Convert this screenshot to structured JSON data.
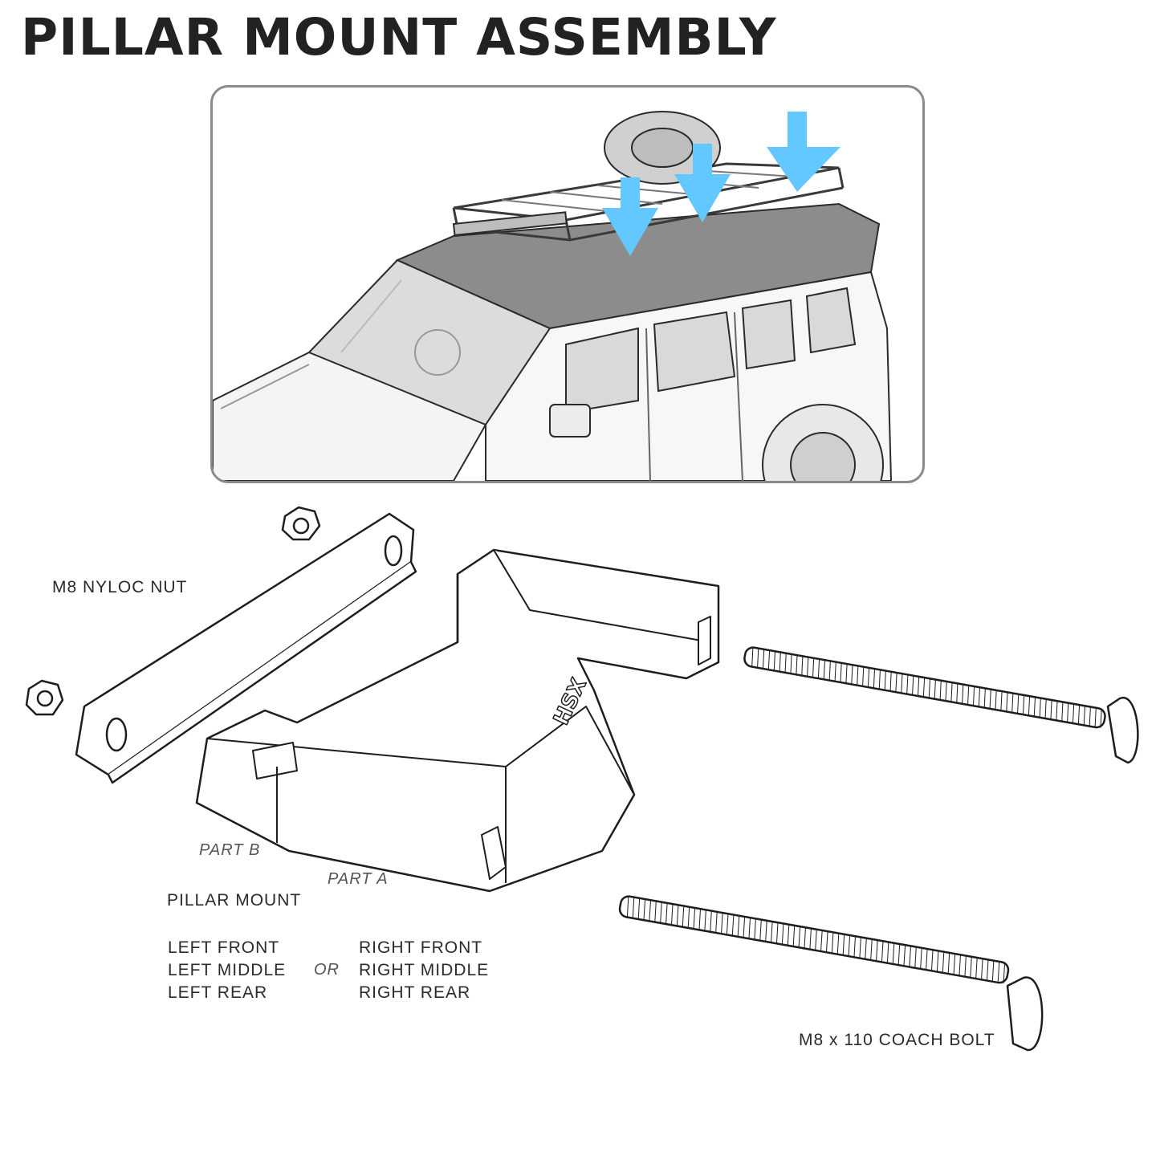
{
  "title": "PILLAR MOUNT ASSEMBLY",
  "colors": {
    "arrow": "#63c8ff",
    "roof": "#8c8c8c",
    "glass": "#d9d9d9",
    "outline": "#1e1e1e"
  },
  "labels": {
    "nut": "M8 NYLOC NUT",
    "part_b": "PART B",
    "part_a": "PART A",
    "pillar_mount": "PILLAR MOUNT",
    "left_options": [
      "LEFT FRONT",
      "LEFT MIDDLE",
      "LEFT REAR"
    ],
    "or": "OR",
    "right_options": [
      "RIGHT FRONT",
      "RIGHT MIDDLE",
      "RIGHT REAR"
    ],
    "bolt": "M8 x 110 COACH BOLT",
    "logo": "HSX"
  }
}
